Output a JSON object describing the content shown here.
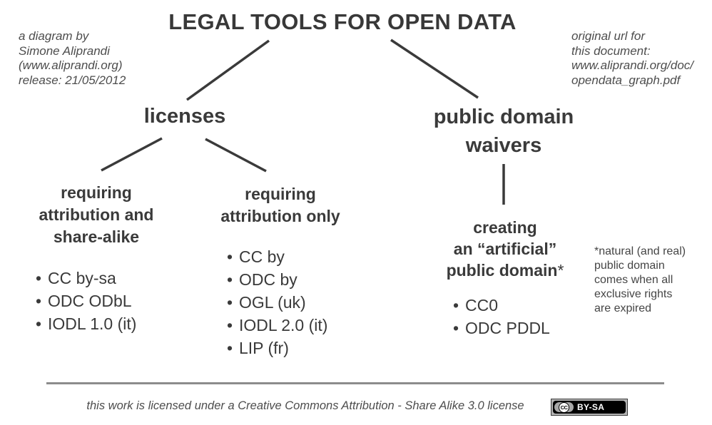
{
  "title": "LEGAL TOOLS FOR OPEN DATA",
  "glyphs": {
    "bullet": "•"
  },
  "credit": {
    "lines": [
      "a diagram by",
      "Simone Aliprandi",
      "(www.aliprandi.org)",
      "release: 21/05/2012"
    ]
  },
  "source": {
    "lines": [
      "original url for",
      "this document:",
      "www.aliprandi.org/doc/",
      "opendata_graph.pdf"
    ]
  },
  "nodes": {
    "licenses": {
      "label": "licenses"
    },
    "public_domain_waivers": {
      "line1": "public domain",
      "line2": "waivers"
    },
    "share_alike": {
      "heading_lines": [
        "requiring",
        "attribution and",
        "share-alike"
      ],
      "items": [
        "CC by-sa",
        "ODC ODbL",
        "IODL 1.0 (it)"
      ]
    },
    "attribution_only": {
      "heading_lines": [
        "requiring",
        "attribution only"
      ],
      "items": [
        "CC by",
        "ODC by",
        "OGL (uk)",
        "IODL 2.0 (it)",
        "LIP (fr)"
      ]
    },
    "artificial_public_domain": {
      "heading_lines": [
        "creating",
        "an “artificial”",
        "public domain"
      ],
      "asterisk": "*",
      "items": [
        "CC0",
        "ODC PDDL"
      ]
    }
  },
  "footnote": {
    "lines": [
      "*natural (and real)",
      "public domain",
      "comes when all",
      "exclusive rights",
      "are expired"
    ]
  },
  "footer": {
    "license_text": "this work is licensed under a Creative Commons Attribution - Share Alike 3.0 license",
    "badge": {
      "logo_text": "CC",
      "label": "BY-SA"
    }
  },
  "colors": {
    "text": "#3a3a3a",
    "muted_text": "#4d4d4d",
    "connector": "#3a3a3a",
    "separator": "#8c8c8c",
    "badge_background": "#000000",
    "badge_text": "#ffffff"
  }
}
